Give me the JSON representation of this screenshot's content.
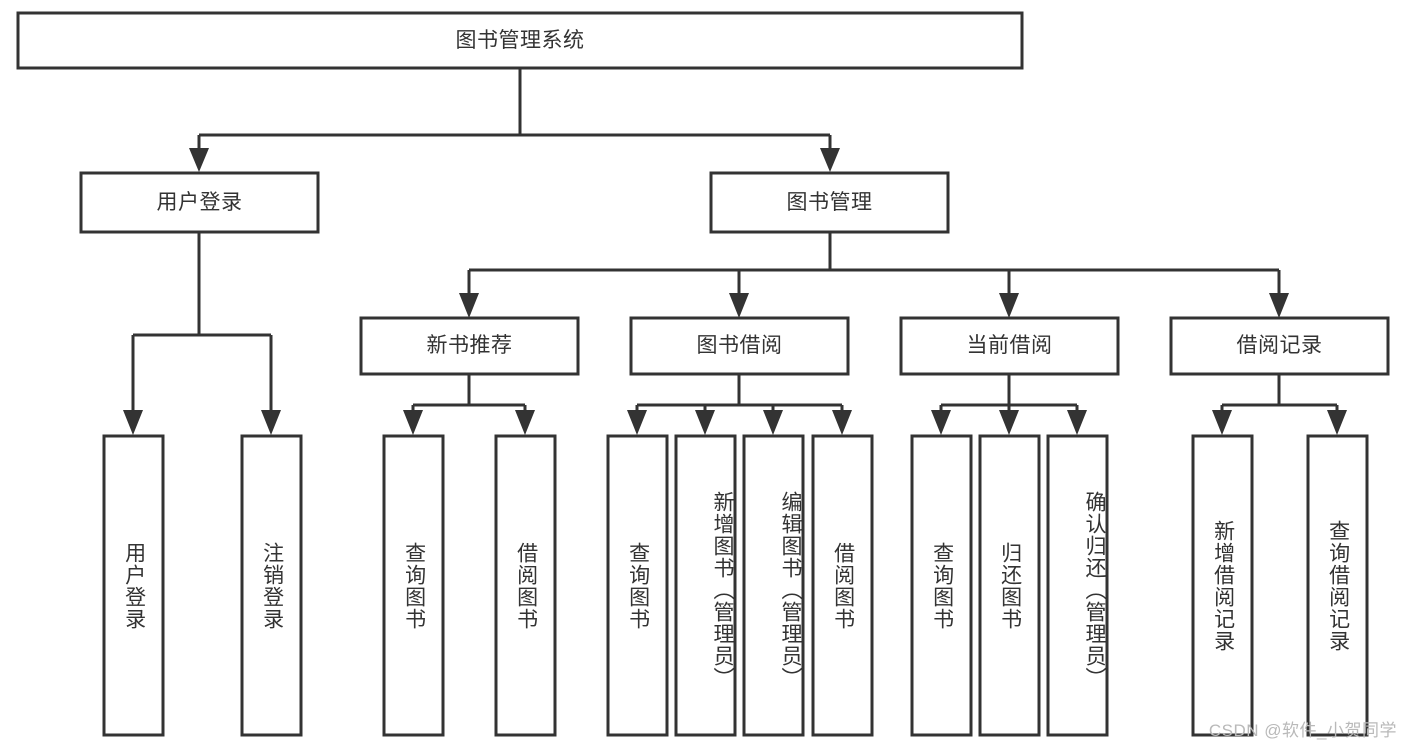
{
  "diagram": {
    "type": "tree-hierarchy",
    "title": "图书管理系统",
    "watermark": "CSDN @软件_小贺同学",
    "colors": {
      "background": "#ffffff",
      "box_fill": "#ffffff",
      "box_stroke": "#333333",
      "text": "#333333",
      "watermark": "#b9b9b9"
    },
    "levels": {
      "root": {
        "label": "图书管理系统",
        "orientation": "horizontal"
      },
      "level2": [
        {
          "label": "用户登录",
          "orientation": "horizontal"
        },
        {
          "label": "图书管理",
          "orientation": "horizontal"
        }
      ],
      "level3": [
        {
          "label": "新书推荐",
          "orientation": "horizontal"
        },
        {
          "label": "图书借阅",
          "orientation": "horizontal"
        },
        {
          "label": "当前借阅",
          "orientation": "horizontal"
        },
        {
          "label": "借阅记录",
          "orientation": "horizontal"
        }
      ],
      "leaves": [
        {
          "label": "用户登录",
          "parent": "用户登录",
          "orientation": "vertical"
        },
        {
          "label": "注销登录",
          "parent": "用户登录",
          "orientation": "vertical"
        },
        {
          "label": "查询图书",
          "parent": "新书推荐",
          "orientation": "vertical"
        },
        {
          "label": "借阅图书",
          "parent": "新书推荐",
          "orientation": "vertical"
        },
        {
          "label": "查询图书",
          "parent": "图书借阅",
          "orientation": "vertical"
        },
        {
          "label": "新增图书（管理员）",
          "parent": "图书借阅",
          "orientation": "vertical"
        },
        {
          "label": "编辑图书（管理员）",
          "parent": "图书借阅",
          "orientation": "vertical"
        },
        {
          "label": "借阅图书",
          "parent": "图书借阅",
          "orientation": "vertical"
        },
        {
          "label": "查询图书",
          "parent": "当前借阅",
          "orientation": "vertical"
        },
        {
          "label": "归还图书",
          "parent": "当前借阅",
          "orientation": "vertical"
        },
        {
          "label": "确认归还（管理员）",
          "parent": "当前借阅",
          "orientation": "vertical"
        },
        {
          "label": "新增借阅记录",
          "parent": "借阅记录",
          "orientation": "vertical"
        },
        {
          "label": "查询借阅记录",
          "parent": "借阅记录",
          "orientation": "vertical"
        }
      ]
    }
  }
}
